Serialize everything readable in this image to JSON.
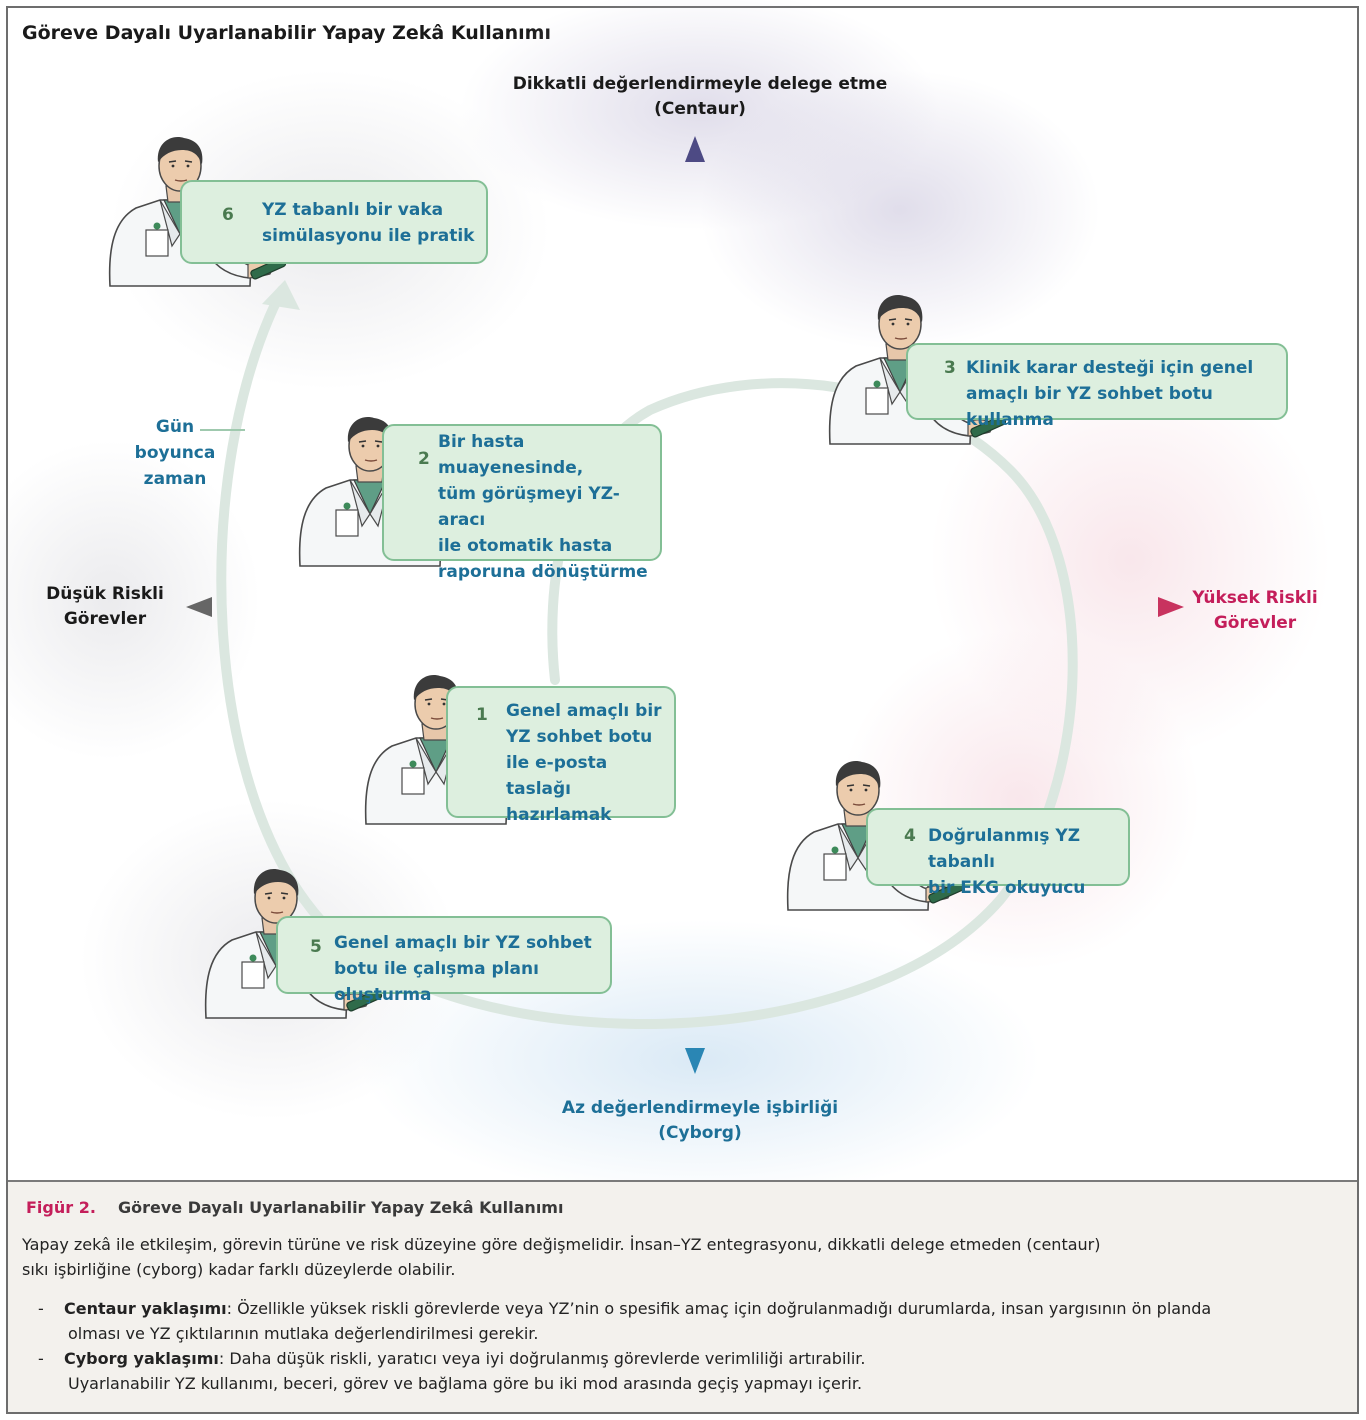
{
  "figure_title": "Göreve Dayalı Uyarlanabilir Yapay Zekâ Kullanımı",
  "axes": {
    "top": {
      "line1": "Dikkatli değerlendirmeyle delege etme",
      "line2": "(Centaur)"
    },
    "bottom": {
      "line1": "Az değerlendirmeyle işbirliği",
      "line2": "(Cyborg)"
    },
    "left": {
      "line1": "Düşük Riskli",
      "line2": "Görevler"
    },
    "right": {
      "line1": "Yüksek Riskli",
      "line2": "Görevler"
    }
  },
  "time_label": {
    "line1": "Gün",
    "line2": "boyunca",
    "line3": "zaman"
  },
  "tasks": [
    {
      "num": "1",
      "lines": [
        "Genel amaçlı bir",
        "YZ sohbet botu",
        "ile e-posta taslağı",
        "hazırlamak"
      ]
    },
    {
      "num": "2",
      "lines": [
        "Bir hasta muayenesinde,",
        "tüm görüşmeyi YZ-aracı",
        "ile otomatik hasta",
        "raporuna dönüştürme"
      ]
    },
    {
      "num": "3",
      "lines": [
        "Klinik karar desteği için genel",
        "amaçlı bir YZ sohbet botu kullanma"
      ]
    },
    {
      "num": "4",
      "lines": [
        "Doğrulanmış YZ tabanlı",
        "bir EKG okuyucu"
      ]
    },
    {
      "num": "5",
      "lines": [
        "Genel amaçlı bir YZ sohbet",
        "botu ile çalışma planı oluşturma"
      ]
    },
    {
      "num": "6",
      "lines": [
        "YZ tabanlı bir vaka",
        "simülasyonu ile pratik"
      ]
    }
  ],
  "caption": {
    "label": "Figür 2.",
    "title": "Göreve Dayalı Uyarlanabilir Yapay Zekâ Kullanımı",
    "body_line1": "Yapay zekâ ile etkileşim, görevin türüne ve risk düzeyine göre değişmelidir. İnsan–YZ entegrasyonu, dikkatli delege etmeden (centaur)",
    "body_line2": "sıkı işbirliğine (cyborg) kadar farklı düzeylerde olabilir.",
    "bullets": [
      {
        "dash": "-",
        "bold": "Centaur yaklaşımı",
        "line1": ": Özellikle yüksek riskli görevlerde veya YZ’nin o spesifik amaç için doğrulanmadığı durumlarda, insan yargısının ön planda",
        "line2": "olması ve YZ çıktılarının mutlaka değerlendirilmesi gerekir."
      },
      {
        "dash": "-",
        "bold": "Cyborg yaklaşımı",
        "line1": ": Daha düşük riskli, yaratıcı veya iyi doğrulanmış görevlerde verimliliği artırabilir.",
        "line2": "Uyarlanabilir YZ kullanımı, beceri, görev ve bağlama göre bu iki mod arasında geçiş yapmayı içerir."
      }
    ]
  },
  "colors": {
    "vertical_axis_top": "#4d4a84",
    "vertical_axis_bottom": "#2a86b4",
    "horizontal_axis_left": "#666666",
    "horizontal_axis_right": "#c8335f",
    "high_risk_text": "#c41e5a",
    "cyborg_text": "#1d6f97",
    "card_fill": "#ddefdf",
    "card_border": "#83bf95",
    "arc": "#dbe7e0"
  },
  "icons": [
    "doctor-with-tablet-icon"
  ]
}
